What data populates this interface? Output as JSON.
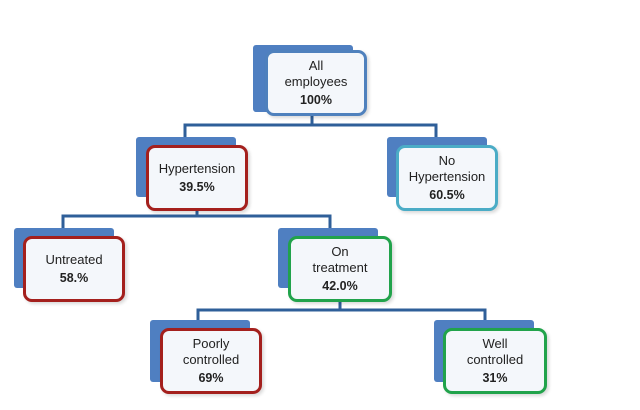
{
  "colors": {
    "connector": "#2f5f99",
    "shadow": "#4f7fc1",
    "root_border": "#4f81bd",
    "hypertension_border": "#a4201d",
    "no_hypertension_border": "#4bacc6",
    "controlled_border": "#21a34b"
  },
  "nodes": {
    "all_employees": {
      "label": "All\nemployees",
      "value": "100%"
    },
    "hypertension": {
      "label": "Hypertension",
      "value": "39.5%"
    },
    "no_hypertension": {
      "label": "No\nHypertension",
      "value": "60.5%"
    },
    "untreated": {
      "label": "Untreated",
      "value": "58.%"
    },
    "on_treatment": {
      "label": "On\ntreatment",
      "value": "42.0%"
    },
    "poorly_controlled": {
      "label": "Poorly\ncontrolled",
      "value": "69%"
    },
    "well_controlled": {
      "label": "Well\ncontrolled",
      "value": "31%"
    }
  }
}
